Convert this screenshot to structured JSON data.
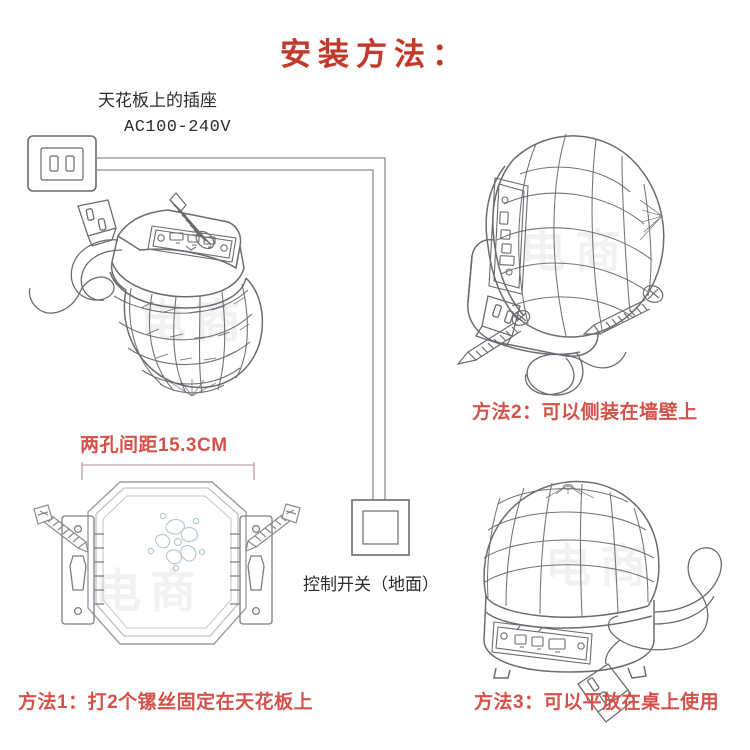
{
  "page": {
    "title": "安装方法：",
    "background_color": "#ffffff",
    "accent_color": "#d4524a",
    "line_color": "#6b6b72"
  },
  "ceiling_socket": {
    "label": "天花板上的插座",
    "voltage": "AC100-240V",
    "icon": "wall-socket-icon"
  },
  "wiring": {
    "cable_icon": "two-line-cable-icon",
    "switch": {
      "label": "控制开关（地面）",
      "icon": "wall-switch-icon"
    }
  },
  "dimension": {
    "label": "两孔间距15.3CM",
    "value": "15.3",
    "unit": "CM"
  },
  "methods": [
    {
      "id": "method-1",
      "label": "方法1：打2个镙丝固定在天花板上",
      "illustration": "mounting-bracket-bottom-view"
    },
    {
      "id": "method-2",
      "label": "方法2：可以侧装在墙壁上",
      "illustration": "disco-ball-side-mounted"
    },
    {
      "id": "method-3",
      "label": "方法3：可以平放在桌上使用",
      "illustration": "disco-ball-tabletop"
    }
  ],
  "device": {
    "name": "disco-ball-light",
    "illustration_main": "disco-ball-ceiling-mounted",
    "parts": [
      "honeycomb-dome",
      "control-panel",
      "power-cord",
      "plug",
      "screw"
    ]
  },
  "watermark": {
    "text": "电商"
  }
}
